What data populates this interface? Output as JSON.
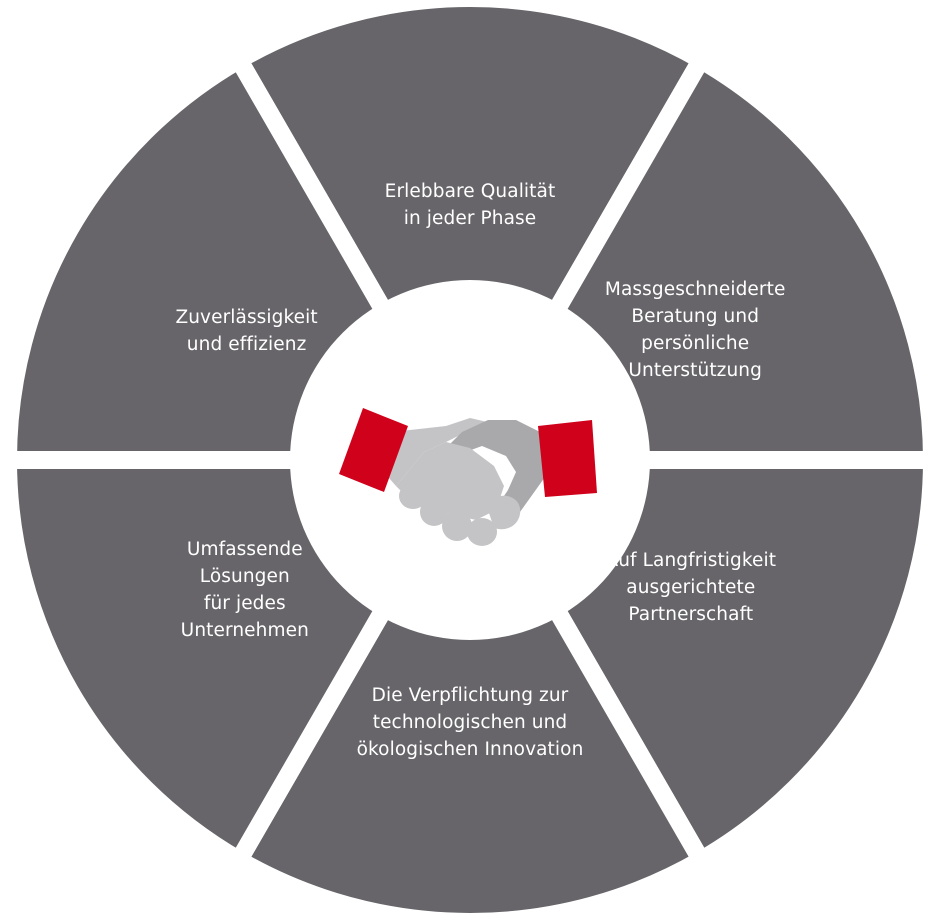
{
  "colors": {
    "segment": "#676569",
    "background": "#ffffff",
    "center_circle": "#ffffff",
    "cuff": "#d0021b",
    "hand_light": "#c4c4c6",
    "hand_dark": "#a9a9ab",
    "text": "#ffffff"
  },
  "center_icon": "handshake-icon",
  "segments": [
    {
      "name": "segment-top",
      "lines": [
        "Erlebbare Qualität",
        "in jeder Phase"
      ]
    },
    {
      "name": "segment-upper-right",
      "lines": [
        "Massgeschneiderte",
        "Beratung und",
        "persönliche",
        "Unterstützung"
      ]
    },
    {
      "name": "segment-lower-right",
      "lines": [
        "Auf Langfristigkeit",
        "ausgerichtete",
        "Partnerschaft"
      ]
    },
    {
      "name": "segment-bottom",
      "lines": [
        "Die Verpflichtung zur",
        "technologischen und",
        "ökologischen Innovation"
      ]
    },
    {
      "name": "segment-lower-left",
      "lines": [
        "Umfassende",
        "Lösungen",
        "für jedes",
        "Unternehmen"
      ]
    },
    {
      "name": "segment-upper-left",
      "lines": [
        "Zuverlässigkeit",
        "und effizienz"
      ]
    }
  ]
}
